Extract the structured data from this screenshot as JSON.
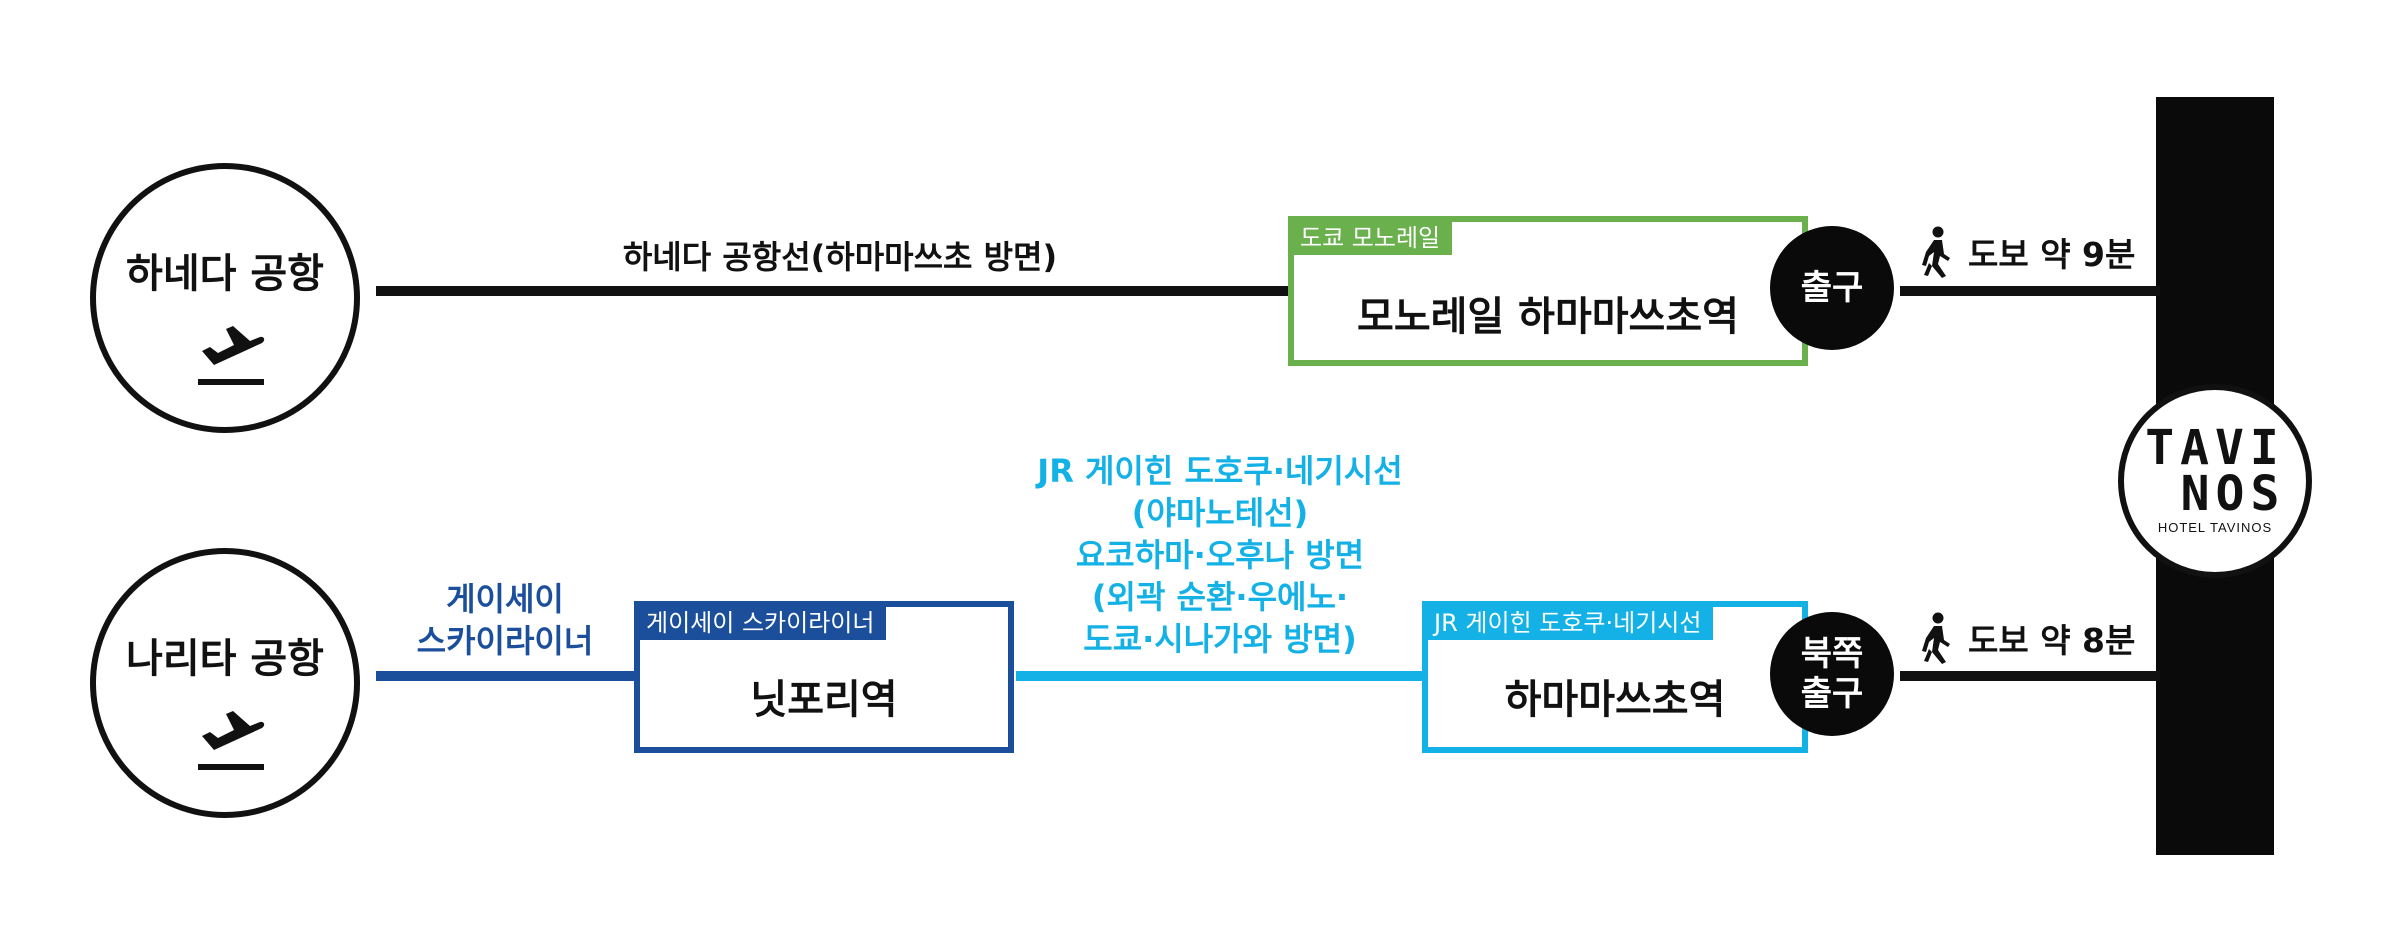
{
  "airports": {
    "haneda": {
      "name": "하네다 공항"
    },
    "narita": {
      "name": "나리타 공항"
    }
  },
  "routes": {
    "haneda_line": {
      "label": "하네다 공항선(하마마쓰초 방면)"
    },
    "keisei_line": {
      "label_lines": [
        "게이세이",
        "스카이라이너"
      ]
    },
    "jr_line": {
      "label_lines": [
        "JR 게이힌 도호쿠·네기시선",
        "(야마노테선)",
        "요코하마·오후나 방면",
        "(외곽 순환·우에노·",
        "도쿄·시나가와 방면)"
      ]
    }
  },
  "stations": {
    "monorail": {
      "tag": "도쿄 모노레일",
      "name": "모노레일 하마마쓰초역"
    },
    "nippori": {
      "tag": "게이세이 스카이라이너",
      "name": "닛포리역"
    },
    "jr_hamamatsucho": {
      "tag": "JR 게이힌 도호쿠·네기시선",
      "name": "하마마쓰초역"
    }
  },
  "exits": {
    "top": {
      "lines": [
        "출구"
      ]
    },
    "bottom": {
      "lines": [
        "북쪽",
        "출구"
      ]
    }
  },
  "walks": {
    "top": {
      "text": "도보 약 9분"
    },
    "bottom": {
      "text": "도보 약 8분"
    }
  },
  "hotel": {
    "logo_line1": "TAVI",
    "logo_line2": "NOS",
    "logo_sub": "HOTEL TAVINOS"
  },
  "colors": {
    "monorail": "#6ab04c",
    "keisei": "#1b4f9c",
    "jr": "#14b1e6",
    "dark": "#111111"
  },
  "icons": [
    "airplane-departure-icon",
    "walking-person-icon"
  ]
}
